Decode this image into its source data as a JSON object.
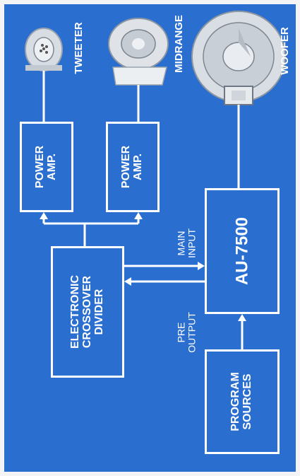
{
  "colors": {
    "background": "#2a6ed0",
    "foreground": "#ffffff"
  },
  "speakers": {
    "tweeter": "TWEETER",
    "midrange": "MIDRANGE",
    "woofer": "WOOFER"
  },
  "blocks": {
    "power_amp_1": "POWER\nAMP.",
    "power_amp_2": "POWER\nAMP.",
    "amplifier": "AU-7500",
    "crossover": "ELECTRONIC\nCROSSOVER\nDIVIDER",
    "sources": "PROGRAM\nSOURCES"
  },
  "connections": {
    "main_input": "MAIN\nINPUT",
    "pre_output": "PRE\nOUTPUT"
  }
}
